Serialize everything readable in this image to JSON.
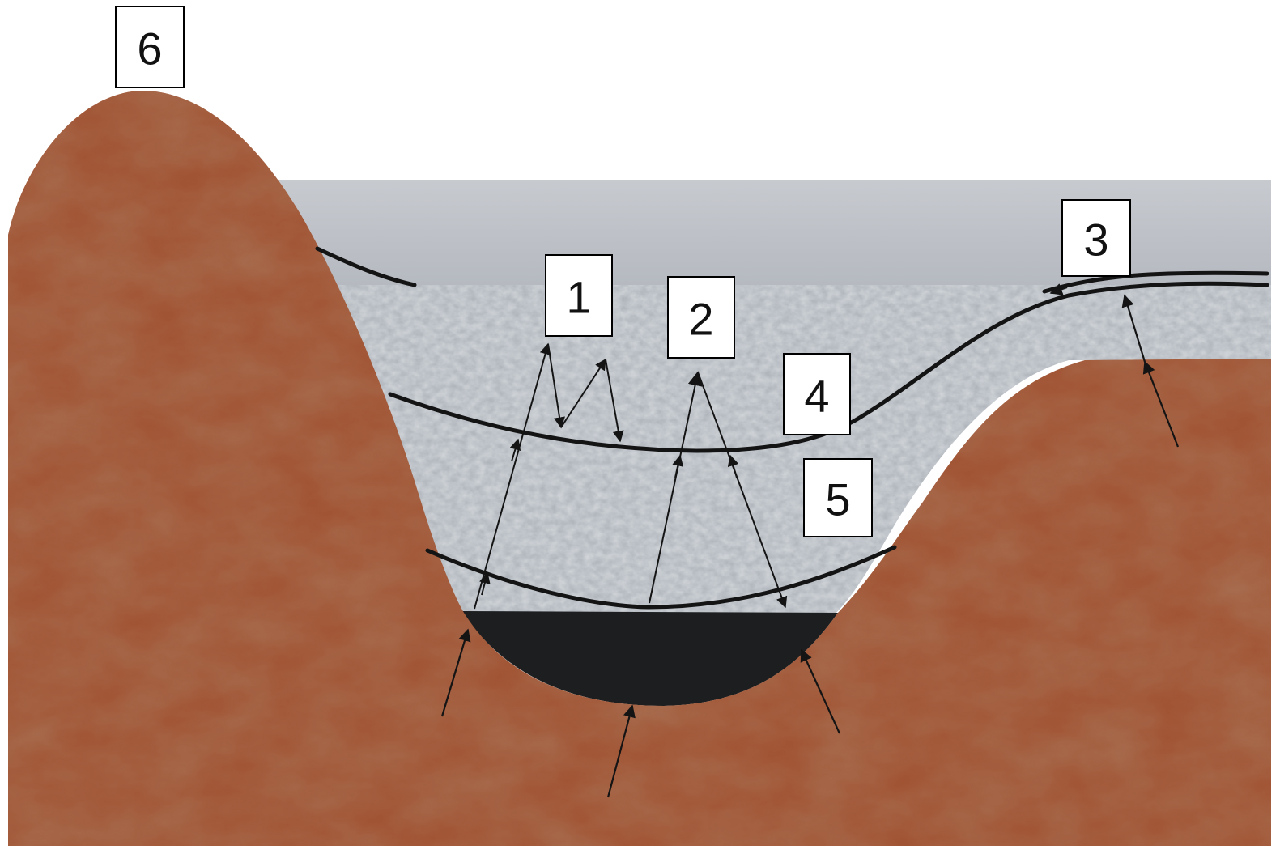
{
  "diagram": {
    "labels": {
      "label1": "1",
      "label2": "2",
      "label3": "3",
      "label4": "4",
      "label5": "5",
      "label6": "6"
    },
    "colors": {
      "bedrock": "#9a4a2c",
      "bedrock_light": "#c98458",
      "bedrock_dark": "#6e2f1c",
      "upper_water": "#bcc0c6",
      "sediment": "#a9afb6",
      "bottom_deposit": "#1c1e20",
      "lines": "#141414",
      "label_box": "#ffffff"
    }
  }
}
